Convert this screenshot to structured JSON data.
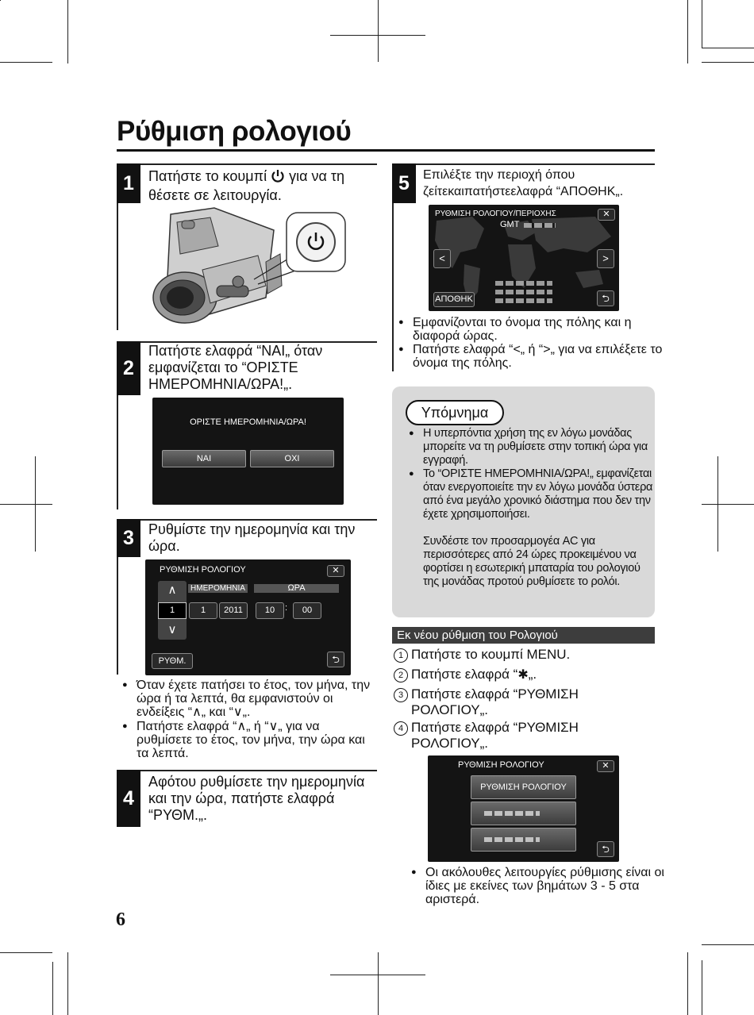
{
  "title": "Ρύθμιση ρολογιού",
  "page_number": "6",
  "step1": {
    "num": "1",
    "text_a": "Πατήστε το κουμπί",
    "text_b": "για να τη θέσετε σε λειτουργία."
  },
  "step2": {
    "num": "2",
    "text": "Πατήστε ελαφρά “ΝΑΙ„ όταν εμφανίζεται το “ΟΡΙΣΤΕ ΗΜΕΡΟΜΗΝΙΑ/ΩΡΑ!„.",
    "screen": {
      "title": "ΟΡΙΣΤΕ ΗΜΕΡΟΜΗΝΙΑ/ΩΡΑ!",
      "yes": "ΝΑΙ",
      "no": "ΟΧΙ"
    }
  },
  "step3": {
    "num": "3",
    "text": "Ρυθμίστε την ημερομηνία και την ώρα.",
    "screen": {
      "title": "ΡΥΘΜΙΣΗ ΡΟΛΟΓΙΟΥ",
      "date_label": "ΗΜΕΡΟΜΗΝΙΑ",
      "time_label": "ΩΡΑ",
      "day": "1",
      "month": "1",
      "year": "2011",
      "hour": "10",
      "colon": ":",
      "minute": "00",
      "set_button": "ΡΥΘΜ."
    },
    "bullets": [
      "Όταν έχετε πατήσει το έτος, τον μήνα, την ώρα ή τα λεπτά, θα εμφανιστούν οι ενδείξεις “∧„ και “∨„.",
      "Πατήστε ελαφρά “∧„ ή “∨„ για να ρυθμίσετε το έτος, τον μήνα, την ώρα και τα λεπτά."
    ]
  },
  "step4": {
    "num": "4",
    "text": "Αφότου ρυθμίσετε την ημερομηνία και την ώρα, πατήστε ελαφρά “ΡΥΘΜ.„."
  },
  "step5": {
    "num": "5",
    "text": "Επιλέξτε την περιοχή όπου ζείτεκαιπατήστεελαφρά “ΑΠΟΘΗΚ„.",
    "screen": {
      "title": "ΡΥΘΜΙΣΗ ΡΟΛΟΓΙΟΥ/ΠΕΡΙΟΧΗΣ",
      "gmt": "GMT",
      "save": "ΑΠΟΘΗΚ"
    },
    "bullets": [
      "Εμφανίζονται το όνομα της πόλης και η διαφορά ώρας.",
      "Πατήστε ελαφρά “<„ ή “>„ για να επιλέξετε το όνομα της πόλης."
    ]
  },
  "memo": {
    "label": "Υπόμνημα",
    "bullets": [
      "Η υπερπόντια χρήση της εν λόγω μονάδας μπορείτε να τη ρυθμίσετε στην τοπική ώρα για εγγραφή.",
      "Το “ΟΡΙΣΤΕ ΗΜΕΡΟΜΗΝΙΑ/ΩΡΑ!„ εμφανίζεται όταν ενεργοποιείτε την εν λόγω μονάδα ύστερα από ένα μεγάλο χρονικό διάστημα που δεν την έχετε χρησιμοποιήσει.",
      "Συνδέστε τον προσαρμογέα AC για περισσότερες από 24 ώρες προκειμένου να φορτίσει η εσωτερική μπαταρία του ρολογιού της μονάδας προτού ρυθμίσετε το ρολόι."
    ]
  },
  "reset": {
    "heading": "Εκ νέου ρύθμιση του Ρολογιού",
    "steps": [
      {
        "n": "1",
        "text": "Πατήστε το κουμπί MENU."
      },
      {
        "n": "2",
        "text_a": "Πατήστε ελαφρά “",
        "text_b": "„."
      },
      {
        "n": "3",
        "text": "Πατήστε ελαφρά “ΡΥΘΜΙΣΗ ΡΟΛΟΓΙΟΥ„."
      },
      {
        "n": "4",
        "text": "Πατήστε ελαφρά “ΡΥΘΜΙΣΗ ΡΟΛΟΓΙΟΥ„."
      }
    ],
    "screen": {
      "title": "ΡΥΘΜΙΣΗ ΡΟΛΟΓΙΟΥ",
      "item1": "ΡΥΘΜΙΣΗ ΡΟΛΟΓΙΟΥ"
    },
    "bullet": "Οι ακόλουθες λειτουργίες ρύθμισης είναι οι ίδιες με εκείνες των βημάτων 3 - 5 στα αριστερά."
  }
}
